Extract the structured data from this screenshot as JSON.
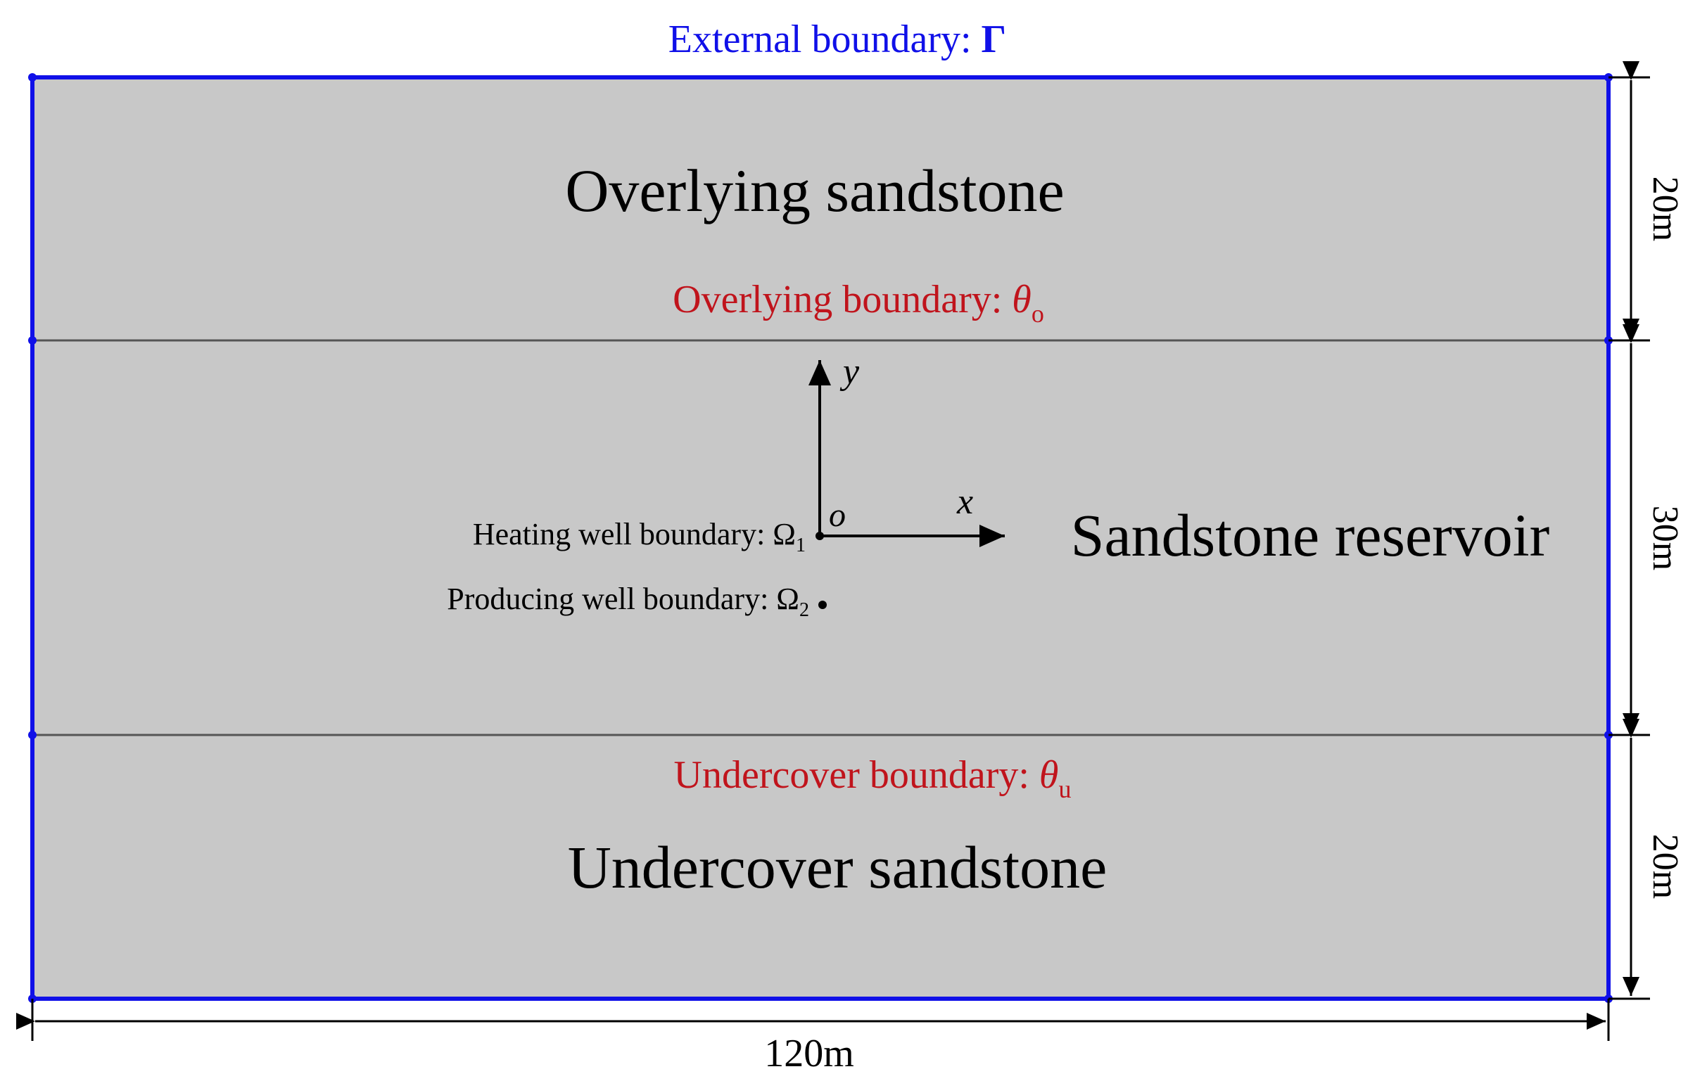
{
  "colors": {
    "boundary_external": "#1010e8",
    "boundary_internal": "#c0141c",
    "domain_fill": "#c8c8c8",
    "layer_line": "#555555",
    "ink": "#000000"
  },
  "external_boundary": {
    "label": "External boundary: ",
    "symbol": "Γ"
  },
  "layers": {
    "overlying": {
      "name": "Overlying sandstone",
      "thickness": "20m"
    },
    "reservoir": {
      "name": "Sandstone reservoir",
      "thickness": "30m"
    },
    "undercover": {
      "name": "Undercover sandstone",
      "thickness": "20m"
    }
  },
  "overlying_boundary": {
    "label": "Overlying boundary: ",
    "symbol": "θ",
    "subscript": "o"
  },
  "undercover_boundary": {
    "label": "Undercover boundary: ",
    "symbol": "θ",
    "subscript": "u"
  },
  "heating_well": {
    "label": "Heating well boundary: ",
    "symbol": "Ω",
    "subscript": "1"
  },
  "producing_well": {
    "label": "Producing well boundary: ",
    "symbol": "Ω",
    "subscript": "2"
  },
  "axes": {
    "x": "x",
    "y": "y",
    "origin": "o"
  },
  "width_dimension": "120m"
}
